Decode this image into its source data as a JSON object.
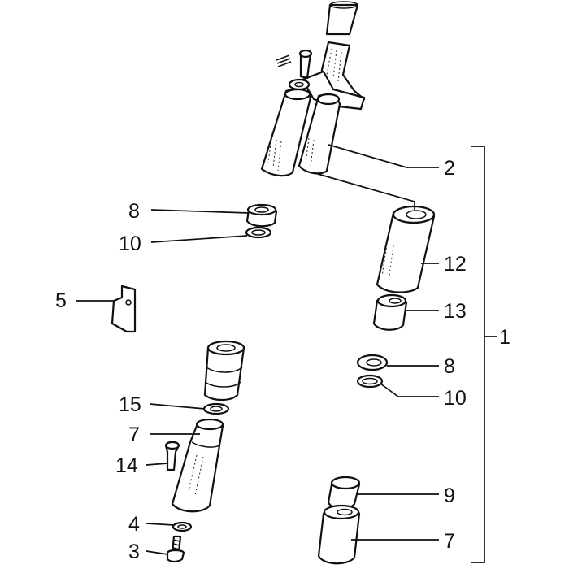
{
  "callouts": {
    "c1": "1",
    "c2": "2",
    "c3": "3",
    "c4": "4",
    "c5": "5",
    "c7_lower_left": "7",
    "c7_lower_right": "7",
    "c8_left": "8",
    "c8_right": "8",
    "c9": "9",
    "c10_left": "10",
    "c10_right": "10",
    "c12": "12",
    "c13": "13",
    "c14": "14",
    "c15": "15"
  },
  "colors": {
    "line": "#111111",
    "background": "#ffffff"
  }
}
